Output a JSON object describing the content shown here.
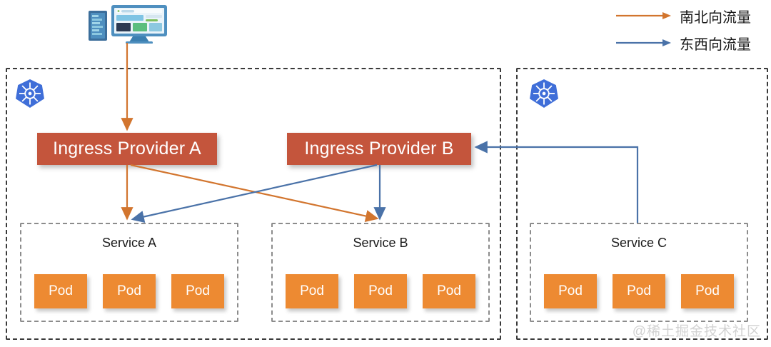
{
  "legend": {
    "items": [
      {
        "label": "南北向流量",
        "color": "#D2752E",
        "icon": "arrow-right-icon"
      },
      {
        "label": "东西向流量",
        "color": "#4A72A8",
        "icon": "arrow-right-icon"
      }
    ]
  },
  "device": {
    "icon": "server-and-monitor-icon"
  },
  "clusters": [
    {
      "id": "left",
      "icon": "kubernetes-icon",
      "ingress": {
        "label": "Ingress Provider A"
      },
      "ingress_b": {
        "label": "Ingress Provider B"
      },
      "services": [
        {
          "label": "Service A",
          "pods": [
            "Pod",
            "Pod",
            "Pod"
          ]
        },
        {
          "label": "Service B",
          "pods": [
            "Pod",
            "Pod",
            "Pod"
          ]
        }
      ]
    },
    {
      "id": "right",
      "icon": "kubernetes-icon",
      "services": [
        {
          "label": "Service C",
          "pods": [
            "Pod",
            "Pod",
            "Pod"
          ]
        }
      ]
    }
  ],
  "ingress_providers": [
    {
      "label": "Ingress Provider A"
    },
    {
      "label": "Ingress Provider B"
    }
  ],
  "services": [
    {
      "label": "Service A",
      "pods": [
        "Pod",
        "Pod",
        "Pod"
      ]
    },
    {
      "label": "Service B",
      "pods": [
        "Pod",
        "Pod",
        "Pod"
      ]
    },
    {
      "label": "Service C",
      "pods": [
        "Pod",
        "Pod",
        "Pod"
      ]
    }
  ],
  "colors": {
    "north_south": "#D2752E",
    "east_west": "#4A72A8",
    "ingress": "#C4553C",
    "pod": "#ED8A32",
    "kubernetes": "#3F6ED8",
    "cluster_border": "#3a3a3a",
    "service_border": "#8c8c8c"
  },
  "watermark": {
    "text": "@稀土掘金技术社区"
  }
}
